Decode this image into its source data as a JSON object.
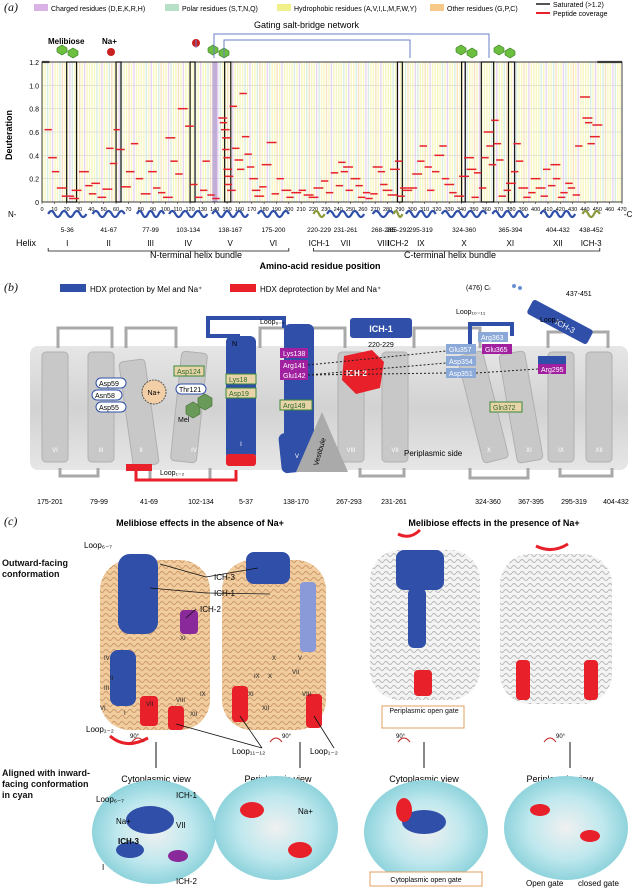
{
  "panel_a": {
    "letter": "(a)",
    "legend": [
      {
        "label": "Charged residues (D,E,K,R,H)",
        "color": "#d9b3e6"
      },
      {
        "label": "Polar residues (S,T,N,Q)",
        "color": "#b8e0c8"
      },
      {
        "label": "Hydrophobic residues (A,V,I,L,M,F,W,Y)",
        "color": "#f2f08a"
      },
      {
        "label": "Other residues (G,P,C)",
        "color": "#f6c98a"
      }
    ],
    "legend_right": [
      {
        "label": "Saturated (>1.2)",
        "color": "#555555"
      },
      {
        "label": "Peptide coverage",
        "color": "#e8202a"
      }
    ],
    "top_labels": {
      "melibiose": "Melibiose",
      "na": "Na+",
      "network": "Gating salt-bridge network"
    },
    "n_term": "N-",
    "c_term": "-C",
    "helix_row_label": "Helix",
    "helices": [
      {
        "range": "5-36",
        "name": "I"
      },
      {
        "range": "41-67",
        "name": "II"
      },
      {
        "range": "77-99",
        "name": "III"
      },
      {
        "range": "103-134",
        "name": "IV"
      },
      {
        "range": "138-167",
        "name": "V"
      },
      {
        "range": "175-200",
        "name": "VI"
      },
      {
        "range": "220-229",
        "name": "ICH-1"
      },
      {
        "range": "231-261",
        "name": "VII"
      },
      {
        "range": "268-285",
        "name": "VIII"
      },
      {
        "range": "285-292",
        "name": "ICH-2"
      },
      {
        "range": "295-319",
        "name": "IX"
      },
      {
        "range": "324-360",
        "name": "X"
      },
      {
        "range": "365-394",
        "name": "XI"
      },
      {
        "range": "404-432",
        "name": "XII"
      },
      {
        "range": "438-452",
        "name": "ICH-3"
      }
    ],
    "bundle_n": "N-terminal helix bundle",
    "bundle_c": "C-terminal helix bundle",
    "xlabel": "Amino-acid residue position"
  },
  "chart_data": {
    "type": "bar",
    "ylabel": "Deuteration",
    "xlabel": "Amino-acid residue position",
    "xlim": [
      0,
      470
    ],
    "ylim": [
      0,
      1.2
    ],
    "yticks": [
      "0",
      "0.2",
      "0.4",
      "0.6",
      "0.8",
      "1.0",
      "1.2"
    ],
    "xticks": [
      "0",
      "10",
      "20",
      "30",
      "40",
      "50",
      "60",
      "70",
      "80",
      "90",
      "100",
      "110",
      "120",
      "130",
      "140",
      "150",
      "160",
      "170",
      "180",
      "190",
      "200",
      "210",
      "220",
      "230",
      "240",
      "250",
      "260",
      "270",
      "280",
      "290",
      "300",
      "310",
      "320",
      "330",
      "340",
      "350",
      "360",
      "370",
      "380",
      "390",
      "400",
      "410",
      "420",
      "430",
      "440",
      "450",
      "460",
      "470"
    ],
    "grid": true,
    "segments": [
      {
        "x0": 0,
        "x1": 6,
        "y": 1.2
      },
      {
        "x0": 2,
        "x1": 8,
        "y": 0.62
      },
      {
        "x0": 5,
        "x1": 12,
        "y": 0.38
      },
      {
        "x0": 8,
        "x1": 14,
        "y": 0.26
      },
      {
        "x0": 12,
        "x1": 20,
        "y": 0.12
      },
      {
        "x0": 16,
        "x1": 26,
        "y": 0.05
      },
      {
        "x0": 22,
        "x1": 30,
        "y": 0.03
      },
      {
        "x0": 24,
        "x1": 32,
        "y": 0.1
      },
      {
        "x0": 30,
        "x1": 38,
        "y": 0.26
      },
      {
        "x0": 35,
        "x1": 41,
        "y": 0.14
      },
      {
        "x0": 38,
        "x1": 44,
        "y": 0.07
      },
      {
        "x0": 40,
        "x1": 47,
        "y": 0.16
      },
      {
        "x0": 45,
        "x1": 52,
        "y": 0.04
      },
      {
        "x0": 49,
        "x1": 57,
        "y": 0.11
      },
      {
        "x0": 52,
        "x1": 58,
        "y": 0.46
      },
      {
        "x0": 55,
        "x1": 61,
        "y": 0.33
      },
      {
        "x0": 58,
        "x1": 63,
        "y": 0.62
      },
      {
        "x0": 60,
        "x1": 67,
        "y": 0.45
      },
      {
        "x0": 64,
        "x1": 72,
        "y": 0.13
      },
      {
        "x0": 68,
        "x1": 75,
        "y": 0.26
      },
      {
        "x0": 72,
        "x1": 78,
        "y": 0.5
      },
      {
        "x0": 76,
        "x1": 82,
        "y": 0.2
      },
      {
        "x0": 80,
        "x1": 88,
        "y": 0.07
      },
      {
        "x0": 84,
        "x1": 90,
        "y": 0.35
      },
      {
        "x0": 86,
        "x1": 93,
        "y": 0.26
      },
      {
        "x0": 90,
        "x1": 96,
        "y": 0.12
      },
      {
        "x0": 94,
        "x1": 100,
        "y": 0.08
      },
      {
        "x0": 98,
        "x1": 106,
        "y": 0.04
      },
      {
        "x0": 100,
        "x1": 108,
        "y": 0.55
      },
      {
        "x0": 104,
        "x1": 110,
        "y": 0.35
      },
      {
        "x0": 108,
        "x1": 114,
        "y": 0.24
      },
      {
        "x0": 110,
        "x1": 118,
        "y": 0.8
      },
      {
        "x0": 116,
        "x1": 123,
        "y": 0.65
      },
      {
        "x0": 120,
        "x1": 126,
        "y": 0.15
      },
      {
        "x0": 124,
        "x1": 130,
        "y": 0.04
      },
      {
        "x0": 128,
        "x1": 134,
        "y": 0.1
      },
      {
        "x0": 130,
        "x1": 136,
        "y": 0.35
      },
      {
        "x0": 134,
        "x1": 140,
        "y": 0.06
      },
      {
        "x0": 138,
        "x1": 144,
        "y": 0.03
      },
      {
        "x0": 143,
        "x1": 150,
        "y": 0.72
      },
      {
        "x0": 144,
        "x1": 150,
        "y": 0.68
      },
      {
        "x0": 145,
        "x1": 152,
        "y": 0.62
      },
      {
        "x0": 146,
        "x1": 153,
        "y": 0.55
      },
      {
        "x0": 146,
        "x1": 152,
        "y": 0.45
      },
      {
        "x0": 147,
        "x1": 153,
        "y": 0.38
      },
      {
        "x0": 147,
        "x1": 154,
        "y": 0.28
      },
      {
        "x0": 148,
        "x1": 155,
        "y": 0.22
      },
      {
        "x0": 148,
        "x1": 154,
        "y": 0.15
      },
      {
        "x0": 150,
        "x1": 157,
        "y": 0.1
      },
      {
        "x0": 152,
        "x1": 158,
        "y": 0.82
      },
      {
        "x0": 154,
        "x1": 160,
        "y": 0.46
      },
      {
        "x0": 156,
        "x1": 163,
        "y": 0.36
      },
      {
        "x0": 158,
        "x1": 164,
        "y": 0.28
      },
      {
        "x0": 160,
        "x1": 166,
        "y": 0.93
      },
      {
        "x0": 162,
        "x1": 168,
        "y": 0.56
      },
      {
        "x0": 164,
        "x1": 170,
        "y": 0.41
      },
      {
        "x0": 166,
        "x1": 172,
        "y": 0.3
      },
      {
        "x0": 168,
        "x1": 175,
        "y": 0.2
      },
      {
        "x0": 170,
        "x1": 177,
        "y": 0.1
      },
      {
        "x0": 172,
        "x1": 180,
        "y": 0.05
      },
      {
        "x0": 176,
        "x1": 182,
        "y": 0.13
      },
      {
        "x0": 178,
        "x1": 186,
        "y": 0.32
      },
      {
        "x0": 182,
        "x1": 190,
        "y": 0.51
      },
      {
        "x0": 186,
        "x1": 192,
        "y": 0.07
      },
      {
        "x0": 190,
        "x1": 196,
        "y": 0.2
      },
      {
        "x0": 194,
        "x1": 202,
        "y": 0.1
      },
      {
        "x0": 198,
        "x1": 204,
        "y": 0.04
      },
      {
        "x0": 202,
        "x1": 210,
        "y": 0.08
      },
      {
        "x0": 208,
        "x1": 214,
        "y": 0.1
      },
      {
        "x0": 212,
        "x1": 220,
        "y": 0.06
      },
      {
        "x0": 216,
        "x1": 224,
        "y": 0.04
      },
      {
        "x0": 220,
        "x1": 228,
        "y": 0.12
      },
      {
        "x0": 226,
        "x1": 232,
        "y": 0.18
      },
      {
        "x0": 230,
        "x1": 236,
        "y": 0.08
      },
      {
        "x0": 234,
        "x1": 240,
        "y": 0.25
      },
      {
        "x0": 238,
        "x1": 244,
        "y": 0.14
      },
      {
        "x0": 240,
        "x1": 246,
        "y": 0.34
      },
      {
        "x0": 242,
        "x1": 248,
        "y": 0.26
      },
      {
        "x0": 244,
        "x1": 252,
        "y": 0.3
      },
      {
        "x0": 246,
        "x1": 252,
        "y": 0.1
      },
      {
        "x0": 250,
        "x1": 258,
        "y": 0.2
      },
      {
        "x0": 254,
        "x1": 260,
        "y": 0.14
      },
      {
        "x0": 256,
        "x1": 262,
        "y": 0.04
      },
      {
        "x0": 260,
        "x1": 266,
        "y": 0.08
      },
      {
        "x0": 262,
        "x1": 268,
        "y": 0.03
      },
      {
        "x0": 266,
        "x1": 272,
        "y": 0.07
      },
      {
        "x0": 268,
        "x1": 276,
        "y": 0.3
      },
      {
        "x0": 272,
        "x1": 278,
        "y": 0.26
      },
      {
        "x0": 274,
        "x1": 280,
        "y": 0.15
      },
      {
        "x0": 276,
        "x1": 284,
        "y": 0.1
      },
      {
        "x0": 280,
        "x1": 288,
        "y": 0.06
      },
      {
        "x0": 282,
        "x1": 290,
        "y": 0.28
      },
      {
        "x0": 286,
        "x1": 292,
        "y": 0.35
      },
      {
        "x0": 288,
        "x1": 294,
        "y": 0.05
      },
      {
        "x0": 290,
        "x1": 296,
        "y": 0.12
      },
      {
        "x0": 292,
        "x1": 300,
        "y": 0.1
      },
      {
        "x0": 296,
        "x1": 304,
        "y": 0.12
      },
      {
        "x0": 300,
        "x1": 308,
        "y": 0.24
      },
      {
        "x0": 304,
        "x1": 310,
        "y": 0.35
      },
      {
        "x0": 306,
        "x1": 312,
        "y": 0.48
      },
      {
        "x0": 310,
        "x1": 316,
        "y": 0.3
      },
      {
        "x0": 312,
        "x1": 318,
        "y": 0.1
      },
      {
        "x0": 316,
        "x1": 322,
        "y": 0.26
      },
      {
        "x0": 318,
        "x1": 326,
        "y": 0.4
      },
      {
        "x0": 322,
        "x1": 328,
        "y": 0.48
      },
      {
        "x0": 324,
        "x1": 330,
        "y": 0.2
      },
      {
        "x0": 326,
        "x1": 334,
        "y": 0.15
      },
      {
        "x0": 330,
        "x1": 336,
        "y": 0.08
      },
      {
        "x0": 334,
        "x1": 342,
        "y": 0.05
      },
      {
        "x0": 338,
        "x1": 346,
        "y": 0.22
      },
      {
        "x0": 342,
        "x1": 350,
        "y": 0.38
      },
      {
        "x0": 344,
        "x1": 352,
        "y": 0.28
      },
      {
        "x0": 348,
        "x1": 354,
        "y": 0.04
      },
      {
        "x0": 350,
        "x1": 356,
        "y": 0.25
      },
      {
        "x0": 354,
        "x1": 360,
        "y": 0.12
      },
      {
        "x0": 356,
        "x1": 362,
        "y": 0.38
      },
      {
        "x0": 358,
        "x1": 366,
        "y": 0.6
      },
      {
        "x0": 360,
        "x1": 366,
        "y": 0.48
      },
      {
        "x0": 362,
        "x1": 368,
        "y": 0.32
      },
      {
        "x0": 364,
        "x1": 370,
        "y": 0.7
      },
      {
        "x0": 366,
        "x1": 372,
        "y": 0.5
      },
      {
        "x0": 368,
        "x1": 374,
        "y": 0.36
      },
      {
        "x0": 370,
        "x1": 376,
        "y": 0.05
      },
      {
        "x0": 374,
        "x1": 380,
        "y": 0.1
      },
      {
        "x0": 376,
        "x1": 384,
        "y": 0.16
      },
      {
        "x0": 380,
        "x1": 386,
        "y": 0.26
      },
      {
        "x0": 382,
        "x1": 388,
        "y": 0.5
      },
      {
        "x0": 384,
        "x1": 390,
        "y": 0.35
      },
      {
        "x0": 386,
        "x1": 394,
        "y": 0.12
      },
      {
        "x0": 390,
        "x1": 396,
        "y": 0.04
      },
      {
        "x0": 394,
        "x1": 400,
        "y": 0.08
      },
      {
        "x0": 396,
        "x1": 404,
        "y": 0.2
      },
      {
        "x0": 400,
        "x1": 408,
        "y": 0.12
      },
      {
        "x0": 404,
        "x1": 410,
        "y": 0.05
      },
      {
        "x0": 406,
        "x1": 412,
        "y": 0.28
      },
      {
        "x0": 410,
        "x1": 416,
        "y": 0.14
      },
      {
        "x0": 412,
        "x1": 420,
        "y": 0.32
      },
      {
        "x0": 414,
        "x1": 420,
        "y": 0.2
      },
      {
        "x0": 418,
        "x1": 424,
        "y": 0.04
      },
      {
        "x0": 420,
        "x1": 426,
        "y": 0.08
      },
      {
        "x0": 424,
        "x1": 430,
        "y": 0.16
      },
      {
        "x0": 426,
        "x1": 432,
        "y": 0.12
      },
      {
        "x0": 430,
        "x1": 436,
        "y": 0.06
      },
      {
        "x0": 432,
        "x1": 438,
        "y": 0.48
      },
      {
        "x0": 436,
        "x1": 444,
        "y": 0.9
      },
      {
        "x0": 438,
        "x1": 446,
        "y": 0.72
      },
      {
        "x0": 440,
        "x1": 446,
        "y": 0.68
      },
      {
        "x0": 442,
        "x1": 448,
        "y": 0.5
      },
      {
        "x0": 444,
        "x1": 452,
        "y": 0.56
      },
      {
        "x0": 446,
        "x1": 454,
        "y": 0.66
      },
      {
        "x0": 450,
        "x1": 470,
        "y": 1.2
      }
    ]
  },
  "panel_b": {
    "letter": "(b)",
    "legend_protect": "HDX protection by Mel and Na⁺",
    "legend_deprotect": "HDX deprotection by Mel and Na⁺",
    "protect_color": "#2f4fa8",
    "deprotect_color": "#e8202a",
    "loop67": "Loop₆₋₇",
    "ich1": "ICH-1",
    "ich1_range": "220-229",
    "ich2": "ICH-2",
    "ich3": "ICH-3",
    "ich3_range": "437-451",
    "cterm": "(476) Cₗ",
    "loop1011": "Loop₁₀₋₁₁",
    "loop89": "Loop₈₋₉",
    "loop12": "Loop₁₋₂",
    "n_label": "N",
    "mel": "Mel",
    "na": "Na+",
    "vestibule": "Vestibule",
    "periplasmic": "Periplasmic side",
    "residues": {
      "lys138": "Lys138",
      "arg141": "Arg141",
      "glu142": "Glu142",
      "arg363": "Arg363",
      "glu357": "Glu357",
      "glu365": "Glu365",
      "asp354": "Asp354",
      "asp351": "Asp351",
      "arg295": "Arg295",
      "asp124": "Asp124",
      "thr121": "Thr121",
      "asp59": "Asp59",
      "asn58": "Asn58",
      "asp55": "Asp55",
      "lys18": "Lys18",
      "asp19": "Asp19",
      "arg149": "Arg149",
      "gln372": "Gln372"
    },
    "helix_labels": [
      "VI",
      "III",
      "II",
      "IV",
      "I",
      "V",
      "VIII",
      "VII",
      "X",
      "XI",
      "IX",
      "XII"
    ],
    "bottom_ranges": [
      "175-201",
      "79-99",
      "41-69",
      "102-134",
      "5-37",
      "138-170",
      "267-293",
      "231-261",
      "324-360",
      "367-395",
      "295-319",
      "404-432"
    ]
  },
  "panel_c": {
    "letter": "(c)",
    "title_left": "Melibiose effects in the absence of Na+",
    "title_right": "Melibiose effects in the presence of Na+",
    "outward": "Outward-facing conformation",
    "inward": "Aligned with inward-facing conformation in cyan",
    "loop67": "Loop₆₋₇",
    "ich3": "ICH-3",
    "ich1": "ICH-1",
    "ich2": "ICH-2",
    "loop12": "Loop₁₋₂",
    "loop1112": "Loop₁₁₋₁₂",
    "loop12b": "Loop₁₋₂",
    "cyto_view": "Cytoplasmic view",
    "peri_view": "Periplasmic view",
    "cyto_view2": "Cytoplasmic view",
    "peri_view2": "Periplasmic view",
    "rot1": "90°",
    "rot2": "90°",
    "rot3": "90°",
    "rot4": "90°",
    "peri_open": "Periplasmic open gate",
    "cyto_open": "Cytoplasmic open gate",
    "open_gate": "Open gate",
    "closed_gate": "closed gate",
    "na_small": "Na+",
    "na_small2": "Na+",
    "ich1b": "ICH-1",
    "ich3b": "ICH-3",
    "ich2b": "ICH-2",
    "loop67b": "Loop₆₋₇",
    "vii": "VII",
    "i_label": "I",
    "rom": [
      "XI",
      "IV",
      "II",
      "III",
      "VI",
      "I",
      "VII",
      "VIII",
      "XII",
      "IX",
      "X",
      "V",
      "IX",
      "X",
      "VII",
      "XI",
      "VIII",
      "XII"
    ]
  }
}
